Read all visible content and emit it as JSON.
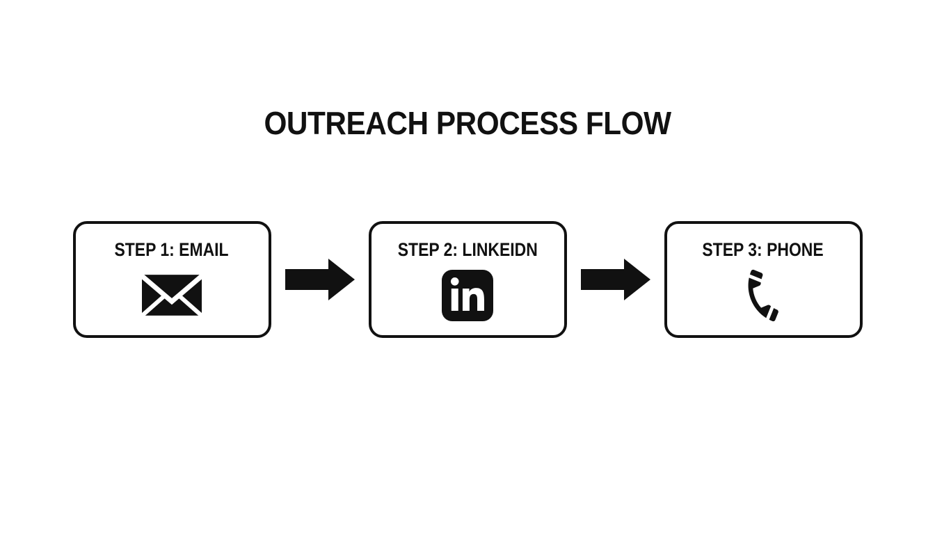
{
  "title": "OUTREACH PROCESS FLOW",
  "colors": {
    "ink": "#111111",
    "background": "#ffffff"
  },
  "steps": [
    {
      "label": "STEP 1: EMAIL",
      "icon": "email-icon"
    },
    {
      "label": "STEP 2: LINKEIDN",
      "icon": "linkedin-icon"
    },
    {
      "label": "STEP 3: PHONE",
      "icon": "phone-icon"
    }
  ],
  "connectors": [
    {
      "icon": "arrow-right-icon"
    },
    {
      "icon": "arrow-right-icon"
    }
  ]
}
